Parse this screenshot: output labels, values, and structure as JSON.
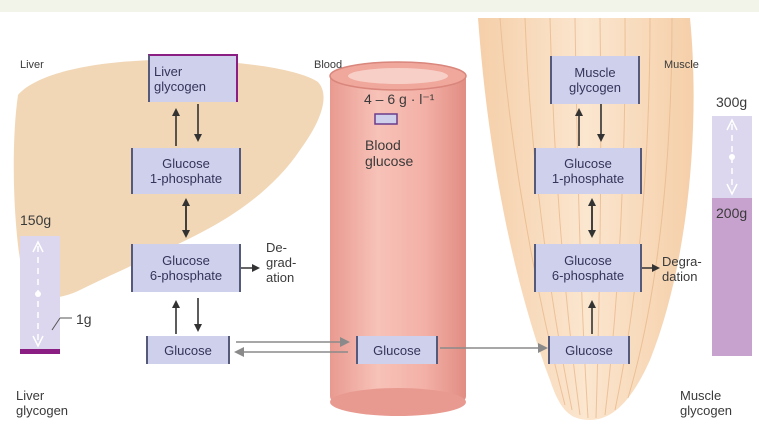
{
  "labels": {
    "liver_title": "Liver",
    "blood_title": "Blood",
    "muscle_title": "Muscle",
    "blood_concentration": "4 – 6 g · l⁻¹",
    "blood_glucose": "Blood\nglucose",
    "liver_store_max": "150g",
    "liver_store_min": "1g",
    "muscle_store_max": "300g",
    "muscle_store_min": "200g",
    "liver_glycogen_caption": "Liver\nglycogen",
    "muscle_glycogen_caption": "Muscle\nglycogen",
    "liver_degradation": "De-\ngrad-\nation",
    "muscle_degradation": "Degra-\ndation"
  },
  "liver_boxes": {
    "glycogen": "Liver\nglycogen",
    "g1p": "Glucose\n1-phosphate",
    "g6p": "Glucose\n6-phosphate",
    "glucose": "Glucose"
  },
  "blood_box": {
    "glucose": "Glucose"
  },
  "muscle_boxes": {
    "glycogen": "Muscle\nglycogen",
    "g1p": "Glucose\n1-phosphate",
    "g6p": "Glucose\n6-phosphate",
    "glucose": "Glucose"
  },
  "colors": {
    "liver": "#f1d7b6",
    "blood": "#f4b4aa",
    "muscle": "#f9ddc0",
    "box": "#cfd0ec",
    "store_light": "#dcd7ee",
    "store_dark": "#c8a2cf"
  }
}
